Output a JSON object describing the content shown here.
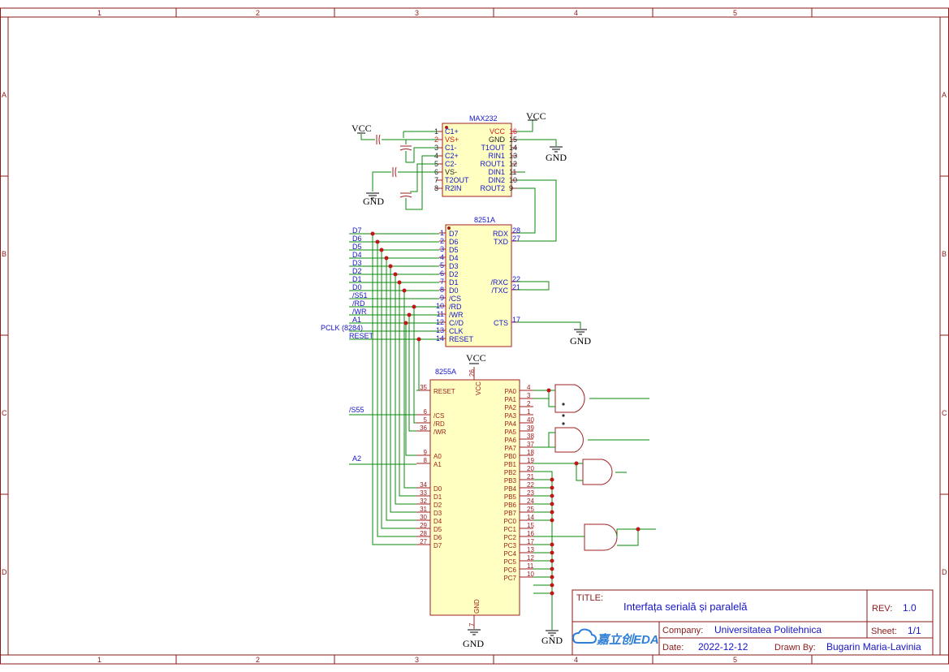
{
  "title_block": {
    "title_label": "TITLE:",
    "title": "Interfața serială și paralelă",
    "rev_label": "REV:",
    "rev": "1.0",
    "company_label": "Company:",
    "company": "Universitatea Politehnica",
    "sheet_label": "Sheet:",
    "sheet": "1/1",
    "date_label": "Date:",
    "date": "2022-12-12",
    "drawn_by_label": "Drawn By:",
    "drawn_by": "Bugarin Maria-Lavinia",
    "logo_text": "嘉立创EDA"
  },
  "frame": {
    "columns": [
      "1",
      "2",
      "3",
      "4",
      "5"
    ],
    "rows": [
      "A",
      "B",
      "C",
      "D"
    ]
  },
  "power": {
    "vcc": "VCC",
    "gnd": "GND"
  },
  "max232": {
    "name": "MAX232",
    "left_pins": [
      {
        "num": "1",
        "name": "C1+"
      },
      {
        "num": "2",
        "name": "VS+"
      },
      {
        "num": "3",
        "name": "C1-"
      },
      {
        "num": "4",
        "name": "C2+"
      },
      {
        "num": "5",
        "name": "C2-"
      },
      {
        "num": "6",
        "name": "VS-"
      },
      {
        "num": "7",
        "name": "T2OUT"
      },
      {
        "num": "8",
        "name": "R2IN"
      }
    ],
    "right_pins": [
      {
        "num": "16",
        "name": "VCC"
      },
      {
        "num": "15",
        "name": "GND"
      },
      {
        "num": "14",
        "name": "T1OUT"
      },
      {
        "num": "13",
        "name": "RIN1"
      },
      {
        "num": "12",
        "name": "ROUT1"
      },
      {
        "num": "11",
        "name": "DIN1"
      },
      {
        "num": "10",
        "name": "DIN2"
      },
      {
        "num": "9",
        "name": "ROUT2"
      }
    ]
  },
  "u8251": {
    "name": "8251A",
    "left_pins": [
      {
        "num": "1",
        "name": "D7"
      },
      {
        "num": "2",
        "name": "D6"
      },
      {
        "num": "3",
        "name": "D5"
      },
      {
        "num": "4",
        "name": "D4"
      },
      {
        "num": "5",
        "name": "D3"
      },
      {
        "num": "6",
        "name": "D2"
      },
      {
        "num": "7",
        "name": "D1"
      },
      {
        "num": "8",
        "name": "D0"
      },
      {
        "num": "9",
        "name": "/CS"
      },
      {
        "num": "10",
        "name": "/RD"
      },
      {
        "num": "11",
        "name": "/WR"
      },
      {
        "num": "12",
        "name": "C//D"
      },
      {
        "num": "13",
        "name": "CLK"
      },
      {
        "num": "14",
        "name": "RESET"
      }
    ],
    "right_pins": [
      {
        "num": "28",
        "name": "RDX"
      },
      {
        "num": "27",
        "name": "TXD"
      },
      {
        "num": "22",
        "name": "/RXC"
      },
      {
        "num": "21",
        "name": "/TXC"
      },
      {
        "num": "17",
        "name": "CTS"
      }
    ],
    "net_labels": [
      "D7",
      "D6",
      "D5",
      "D4",
      "D3",
      "D2",
      "D1",
      "D0",
      "/S51",
      "/RD",
      "/WR",
      "A1",
      "PCLK (8284)",
      "RESET"
    ]
  },
  "u8255": {
    "name": "8255A",
    "vcc_pin": "26",
    "vcc_name": "VCC",
    "gnd_pin": "7",
    "gnd_name": "GND",
    "left_pins": [
      {
        "num": "35",
        "name": "RESET"
      },
      {
        "num": "6",
        "name": "/CS"
      },
      {
        "num": "5",
        "name": "/RD"
      },
      {
        "num": "36",
        "name": "/WR"
      },
      {
        "num": "9",
        "name": "A0"
      },
      {
        "num": "8",
        "name": "A1"
      },
      {
        "num": "34",
        "name": "D0"
      },
      {
        "num": "33",
        "name": "D1"
      },
      {
        "num": "32",
        "name": "D2"
      },
      {
        "num": "31",
        "name": "D3"
      },
      {
        "num": "30",
        "name": "D4"
      },
      {
        "num": "29",
        "name": "D5"
      },
      {
        "num": "28",
        "name": "D6"
      },
      {
        "num": "27",
        "name": "D7"
      }
    ],
    "right_pins": [
      {
        "num": "4",
        "name": "PA0"
      },
      {
        "num": "3",
        "name": "PA1"
      },
      {
        "num": "2",
        "name": "PA2"
      },
      {
        "num": "1",
        "name": "PA3"
      },
      {
        "num": "40",
        "name": "PA4"
      },
      {
        "num": "39",
        "name": "PA5"
      },
      {
        "num": "38",
        "name": "PA6"
      },
      {
        "num": "37",
        "name": "PA7"
      },
      {
        "num": "18",
        "name": "PB0"
      },
      {
        "num": "19",
        "name": "PB1"
      },
      {
        "num": "20",
        "name": "PB2"
      },
      {
        "num": "21",
        "name": "PB3"
      },
      {
        "num": "22",
        "name": "PB4"
      },
      {
        "num": "23",
        "name": "PB5"
      },
      {
        "num": "24",
        "name": "PB6"
      },
      {
        "num": "25",
        "name": "PB7"
      },
      {
        "num": "14",
        "name": "PC0"
      },
      {
        "num": "15",
        "name": "PC1"
      },
      {
        "num": "16",
        "name": "PC2"
      },
      {
        "num": "17",
        "name": "PC3"
      },
      {
        "num": "13",
        "name": "PC4"
      },
      {
        "num": "12",
        "name": "PC5"
      },
      {
        "num": "11",
        "name": "PC6"
      },
      {
        "num": "10",
        "name": "PC7"
      }
    ],
    "net_labels": [
      "/S55",
      "A2"
    ]
  }
}
